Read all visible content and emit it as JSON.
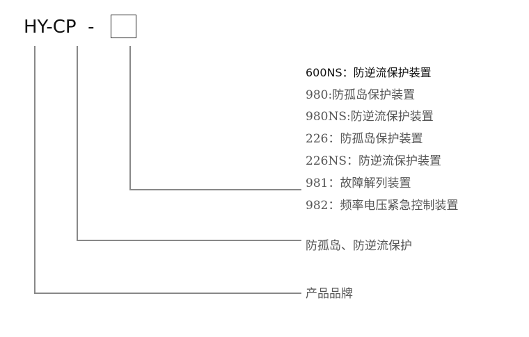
{
  "model_code": {
    "prefix": "HY-CP  -"
  },
  "options": [
    "600NS：防逆流保护装置",
    "980:防孤岛保护装置",
    "980NS:防逆流保护装置",
    "226：防孤岛保护装置",
    "226NS：防逆流保护装置",
    "981：故障解列装置",
    "982：频率电压紧急控制装置"
  ],
  "series_label": "防孤岛、防逆流保护",
  "brand_label": "产品品牌"
}
